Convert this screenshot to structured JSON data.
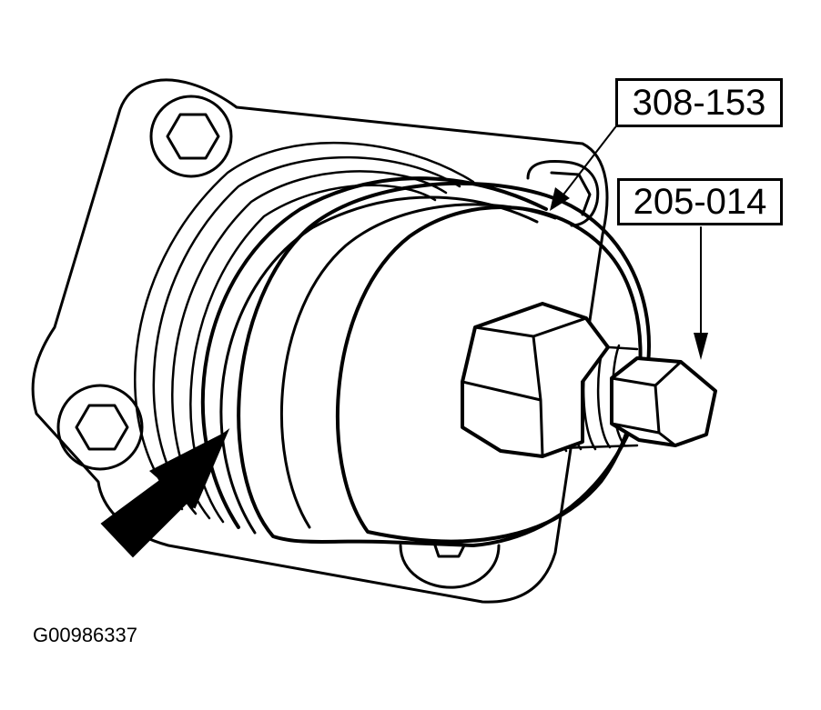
{
  "callouts": {
    "tool_a": "308-153",
    "tool_b": "205-014"
  },
  "figure_id": "G00986337",
  "colors": {
    "line": "#000000",
    "background": "#ffffff"
  }
}
